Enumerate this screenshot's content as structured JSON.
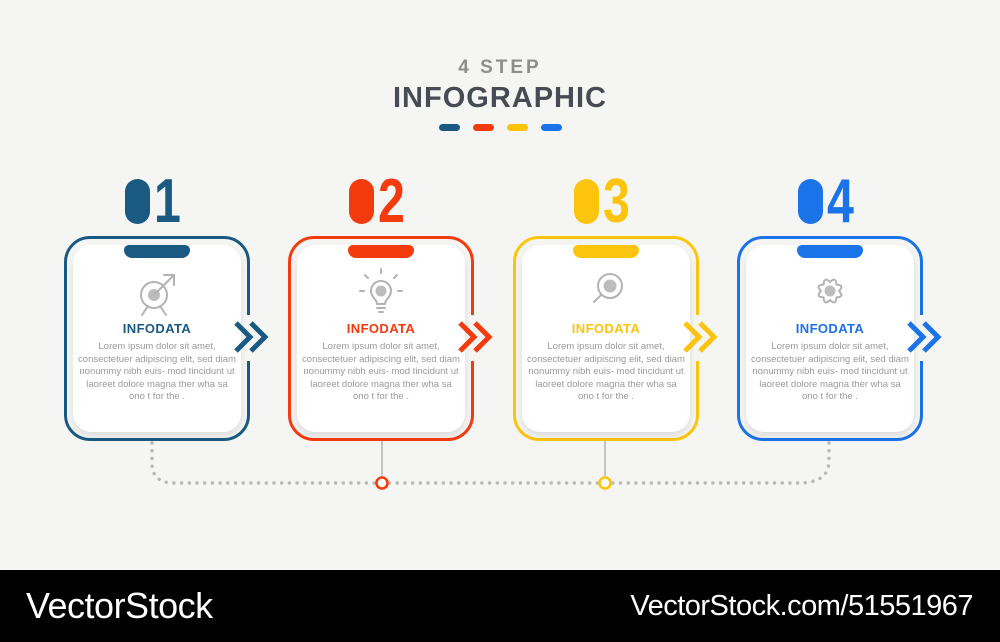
{
  "header": {
    "kicker": "4 STEP",
    "title": "INFOGRAPHIC",
    "dash_colors": [
      "#1a5a82",
      "#f43b0e",
      "#fcc40d",
      "#1a73e8"
    ]
  },
  "steps": [
    {
      "number": "01",
      "digit": "1",
      "label": "INFODATA",
      "icon": "target-arrow-icon",
      "color": "#1a5a82",
      "body": "Lorem ipsum dolor sit amet, consectetuer adipiscing elit, sed diam nonummy nibh euis- mod tincidunt ut laoreet dolore magna  ther wha sa ono t for the ."
    },
    {
      "number": "02",
      "digit": "2",
      "label": "INFODATA",
      "icon": "lightbulb-icon",
      "color": "#f43b0e",
      "body": "Lorem ipsum dolor sit amet, consectetuer adipiscing elit, sed diam nonummy nibh euis- mod tincidunt ut laoreet dolore magna  ther wha sa ono t for the ."
    },
    {
      "number": "03",
      "digit": "3",
      "label": "INFODATA",
      "icon": "magnifier-icon",
      "color": "#fcc40d",
      "body": "Lorem ipsum dolor sit amet, consectetuer adipiscing elit, sed diam nonummy nibh euis- mod tincidunt ut laoreet dolore magna  ther wha sa ono t for the ."
    },
    {
      "number": "04",
      "digit": "4",
      "label": "INFODATA",
      "icon": "gear-icon",
      "color": "#1a73e8",
      "body": "Lorem ipsum dolor sit amet, consectetuer adipiscing elit, sed diam nonummy nibh euis- mod tincidunt ut laoreet dolore magna  ther wha sa ono t for the ."
    }
  ],
  "connector": {
    "node_colors": [
      "#f43b0e",
      "#fcc40d"
    ]
  },
  "watermark": {
    "logo": "VectorStock",
    "url_label": "VectorStock.com/51551967"
  }
}
